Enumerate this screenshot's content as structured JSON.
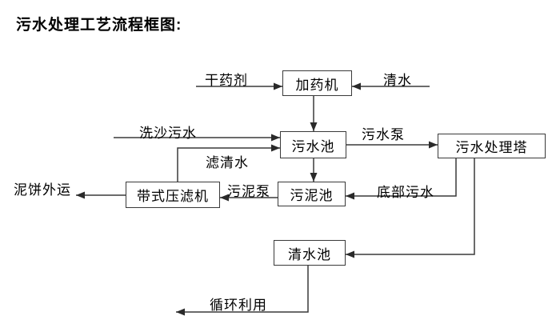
{
  "title": "污水处理工艺流程框图:",
  "nodes": {
    "dosing_machine": "加药机",
    "sewage_pool": "污水池",
    "treatment_tower": "污水处理塔",
    "sludge_pool": "污泥池",
    "belt_filter_press": "带式压滤机",
    "clean_water_pool": "清水池"
  },
  "edge_labels": {
    "dry_chemical": "干药剂",
    "clean_water": "清水",
    "sand_washing_sewage": "洗沙污水",
    "sewage_pump": "污水泵",
    "filtered_water": "滤清水",
    "sludge_pump": "污泥泵",
    "bottom_sewage": "底部污水",
    "mud_cake_out": "泥饼外运",
    "recycling": "循环利用"
  },
  "colors": {
    "line": "#3a3a3a",
    "box_border": "#3a3a3a",
    "text": "#000000",
    "background": "#ffffff"
  }
}
